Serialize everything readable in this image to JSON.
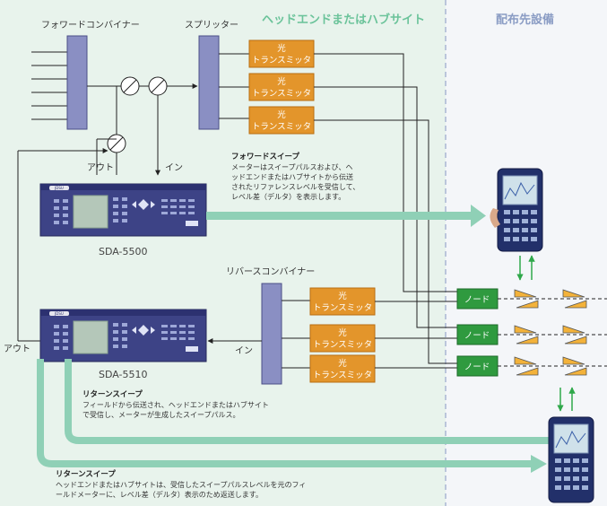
{
  "regions": {
    "headend_label": "ヘッドエンドまたはハブサイト",
    "distribution_label": "配布先設備"
  },
  "labels": {
    "forward_combiner": "フォワードコンバイナー",
    "splitter": "スプリッター",
    "reverse_combiner": "リバースコンバイナー",
    "out_top": "アウト",
    "in_top": "イン",
    "in_bottom": "イン",
    "out_bottom": "アウト"
  },
  "transmitters": [
    [
      "光",
      "トランスミッタ"
    ],
    [
      "光",
      "トランスミッタ"
    ],
    [
      "光",
      "トランスミッタ"
    ],
    [
      "光",
      "トランスミッタ"
    ],
    [
      "光",
      "トランスミッタ"
    ],
    [
      "光",
      "トランスミッタ"
    ]
  ],
  "nodes": [
    "ノード",
    "ノード",
    "ノード"
  ],
  "devices": {
    "top_model": "SDA-5500",
    "bottom_model": "SDA-5510",
    "brand": "JDSU"
  },
  "annotations": {
    "forward": {
      "title": "フォワードスイープ",
      "lines": [
        "メーターはスイープパルスおよび、ヘ",
        "ッドエンドまたはハブサイトから伝送",
        "されたリファレンスレベルを受信して、",
        "レベル差（デルタ）を表示します。"
      ]
    },
    "return_top": {
      "title": "リターンスイープ",
      "lines": [
        "フィールドから伝送され、ヘッドエンドまたはハブサイト",
        "で受信し、メーターが生成したスイープパルス。"
      ]
    },
    "return_bottom": {
      "title": "リターンスイープ",
      "lines": [
        "ヘッドエンドまたはハブサイトは、受信したスイープパルスレベルを元のフィ",
        "ールドメーターに、レベル差（デルタ）表示のため返送します。"
      ]
    }
  },
  "colors": {
    "headend_bg": "#e8f3ec",
    "transmitter": "#e3952b",
    "node": "#2f9a3f",
    "arrow": "#8fd0b6",
    "combiner": "#8a8fc3",
    "amp": "#f3b23a",
    "small_arrow": "#2fa84a"
  }
}
